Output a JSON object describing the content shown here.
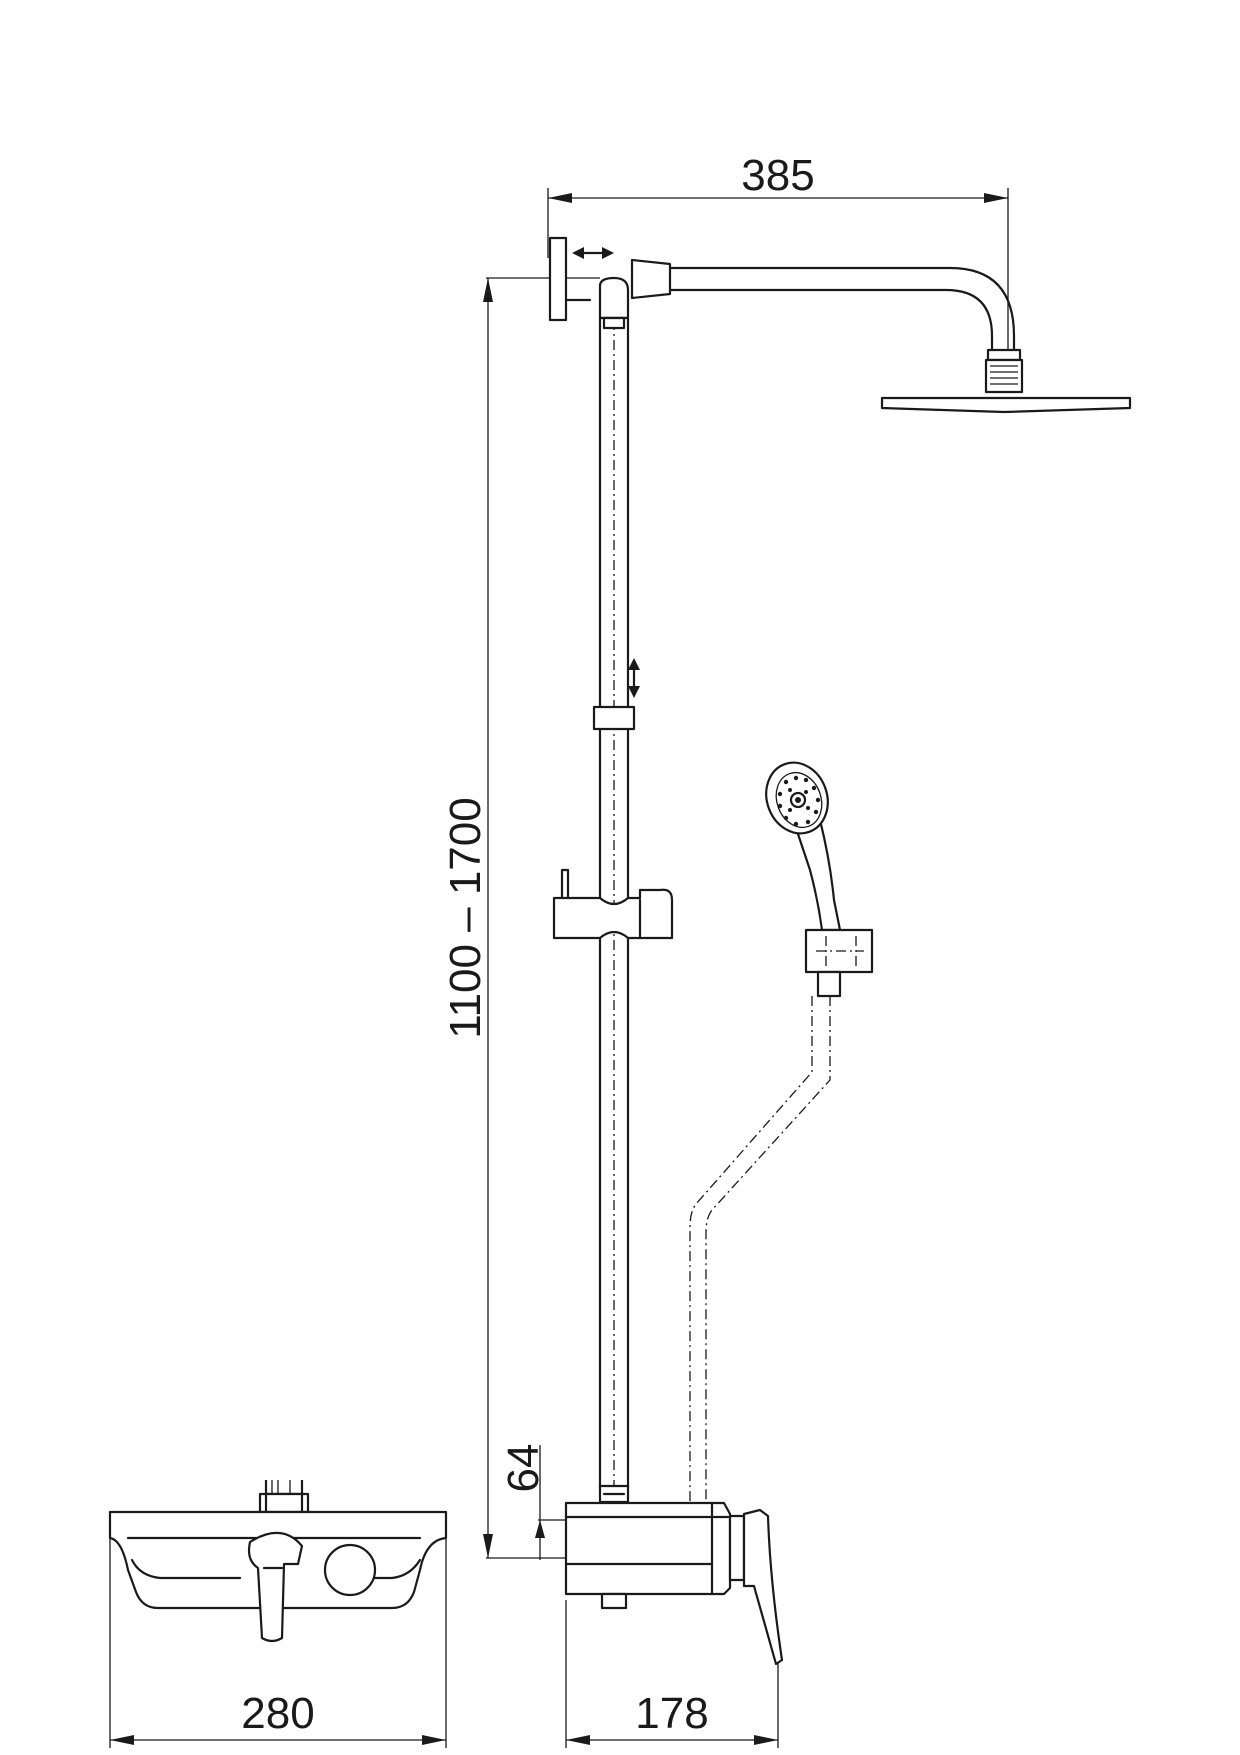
{
  "dimensions": {
    "arm_reach": "385",
    "rail_height": "1100 – 1700",
    "mixer_height": "64",
    "mixer_width": "280",
    "mixer_depth": "178"
  }
}
